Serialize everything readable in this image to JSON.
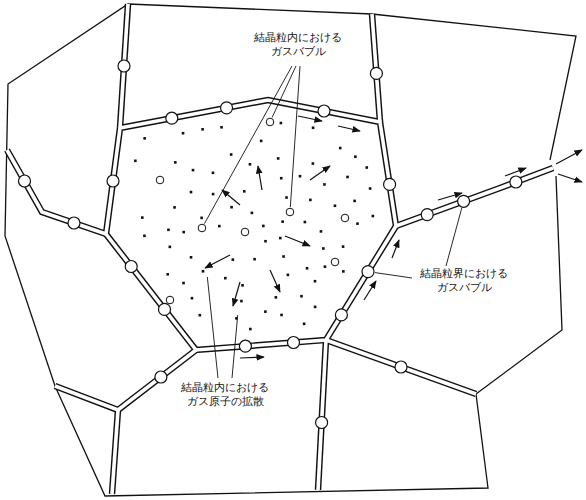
{
  "diagram": {
    "labels": [
      "結晶粒内における ガスバブル",
      "結晶粒界における ガスバブル",
      "結晶粒内における ガス原子の拡散"
    ]
  }
}
